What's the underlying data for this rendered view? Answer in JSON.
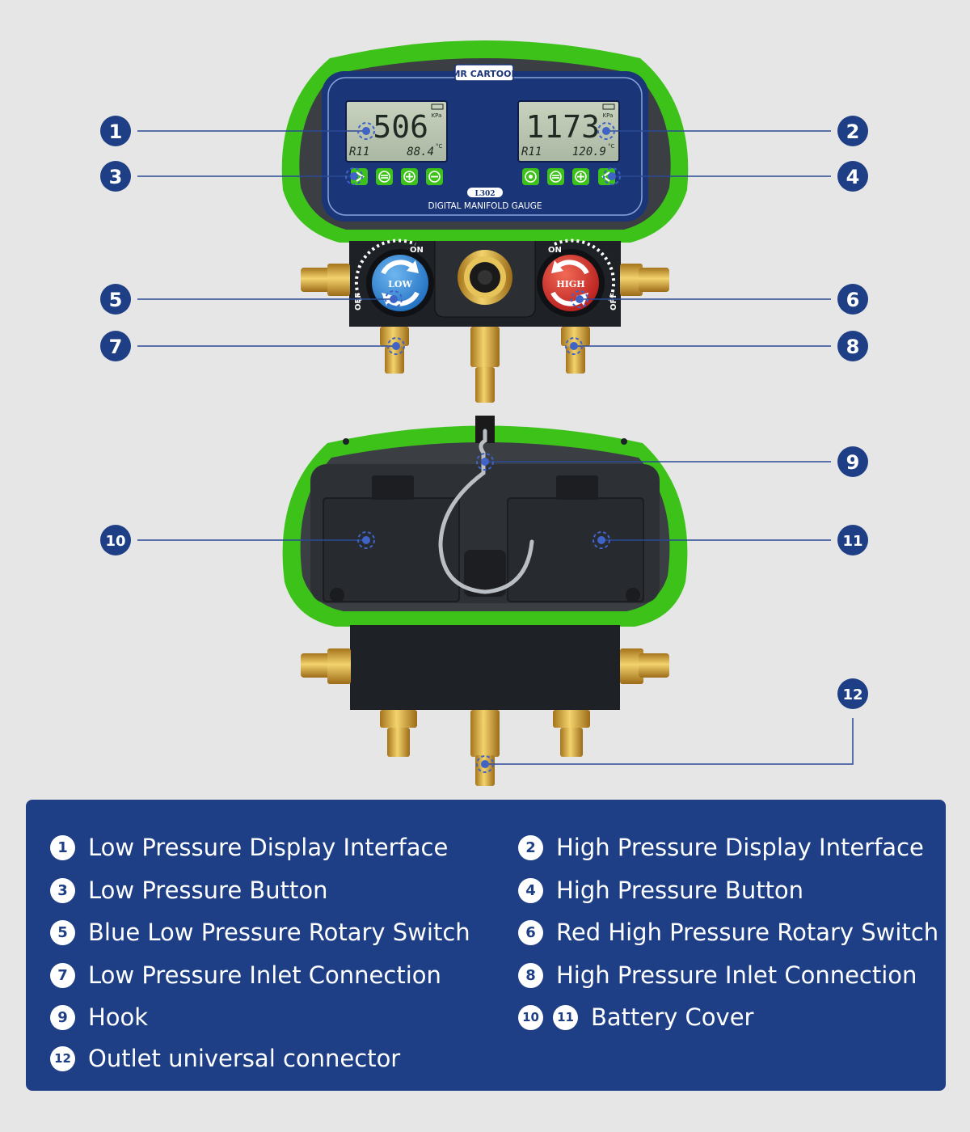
{
  "device": {
    "brand": "MR CARTOOL",
    "model": "L302",
    "name": "DIGITAL MANIFOLD GAUGE",
    "low_display": {
      "pressure": "506",
      "unit": "KPa",
      "refrigerant": "R11",
      "temp": "88.4",
      "temp_unit": "°C"
    },
    "high_display": {
      "pressure": "1173",
      "unit": "KPa",
      "refrigerant": "R11",
      "temp": "120.9",
      "temp_unit": "°C"
    },
    "low_knob": "LOW",
    "high_knob": "HIGH",
    "on_label": "ON",
    "off_label": "OFF"
  },
  "callouts": [
    "1",
    "2",
    "3",
    "4",
    "5",
    "6",
    "7",
    "8",
    "9",
    "10",
    "11",
    "12"
  ],
  "legend": [
    {
      "badges": [
        "1"
      ],
      "text": "Low Pressure Display Interface"
    },
    {
      "badges": [
        "2"
      ],
      "text": "High Pressure Display Interface"
    },
    {
      "badges": [
        "3"
      ],
      "text": "Low Pressure Button"
    },
    {
      "badges": [
        "4"
      ],
      "text": "High Pressure Button"
    },
    {
      "badges": [
        "5"
      ],
      "text": "Blue Low Pressure Rotary Switch"
    },
    {
      "badges": [
        "6"
      ],
      "text": "Red High Pressure Rotary Switch"
    },
    {
      "badges": [
        "7"
      ],
      "text": "Low Pressure Inlet Connection"
    },
    {
      "badges": [
        "8"
      ],
      "text": "High Pressure Inlet Connection"
    },
    {
      "badges": [
        "9"
      ],
      "text": "Hook"
    },
    {
      "badges": [
        "10",
        "11"
      ],
      "text": "Battery Cover"
    },
    {
      "badges": [
        "12"
      ],
      "text": "Outlet universal connector"
    }
  ],
  "colors": {
    "background": "#e6e6e6",
    "accent_navy": "#1e3f86",
    "housing_green": "#3dc21a",
    "low_blue": "#2f8bd8",
    "high_red": "#d8262a",
    "brass": "#d9a93a"
  }
}
